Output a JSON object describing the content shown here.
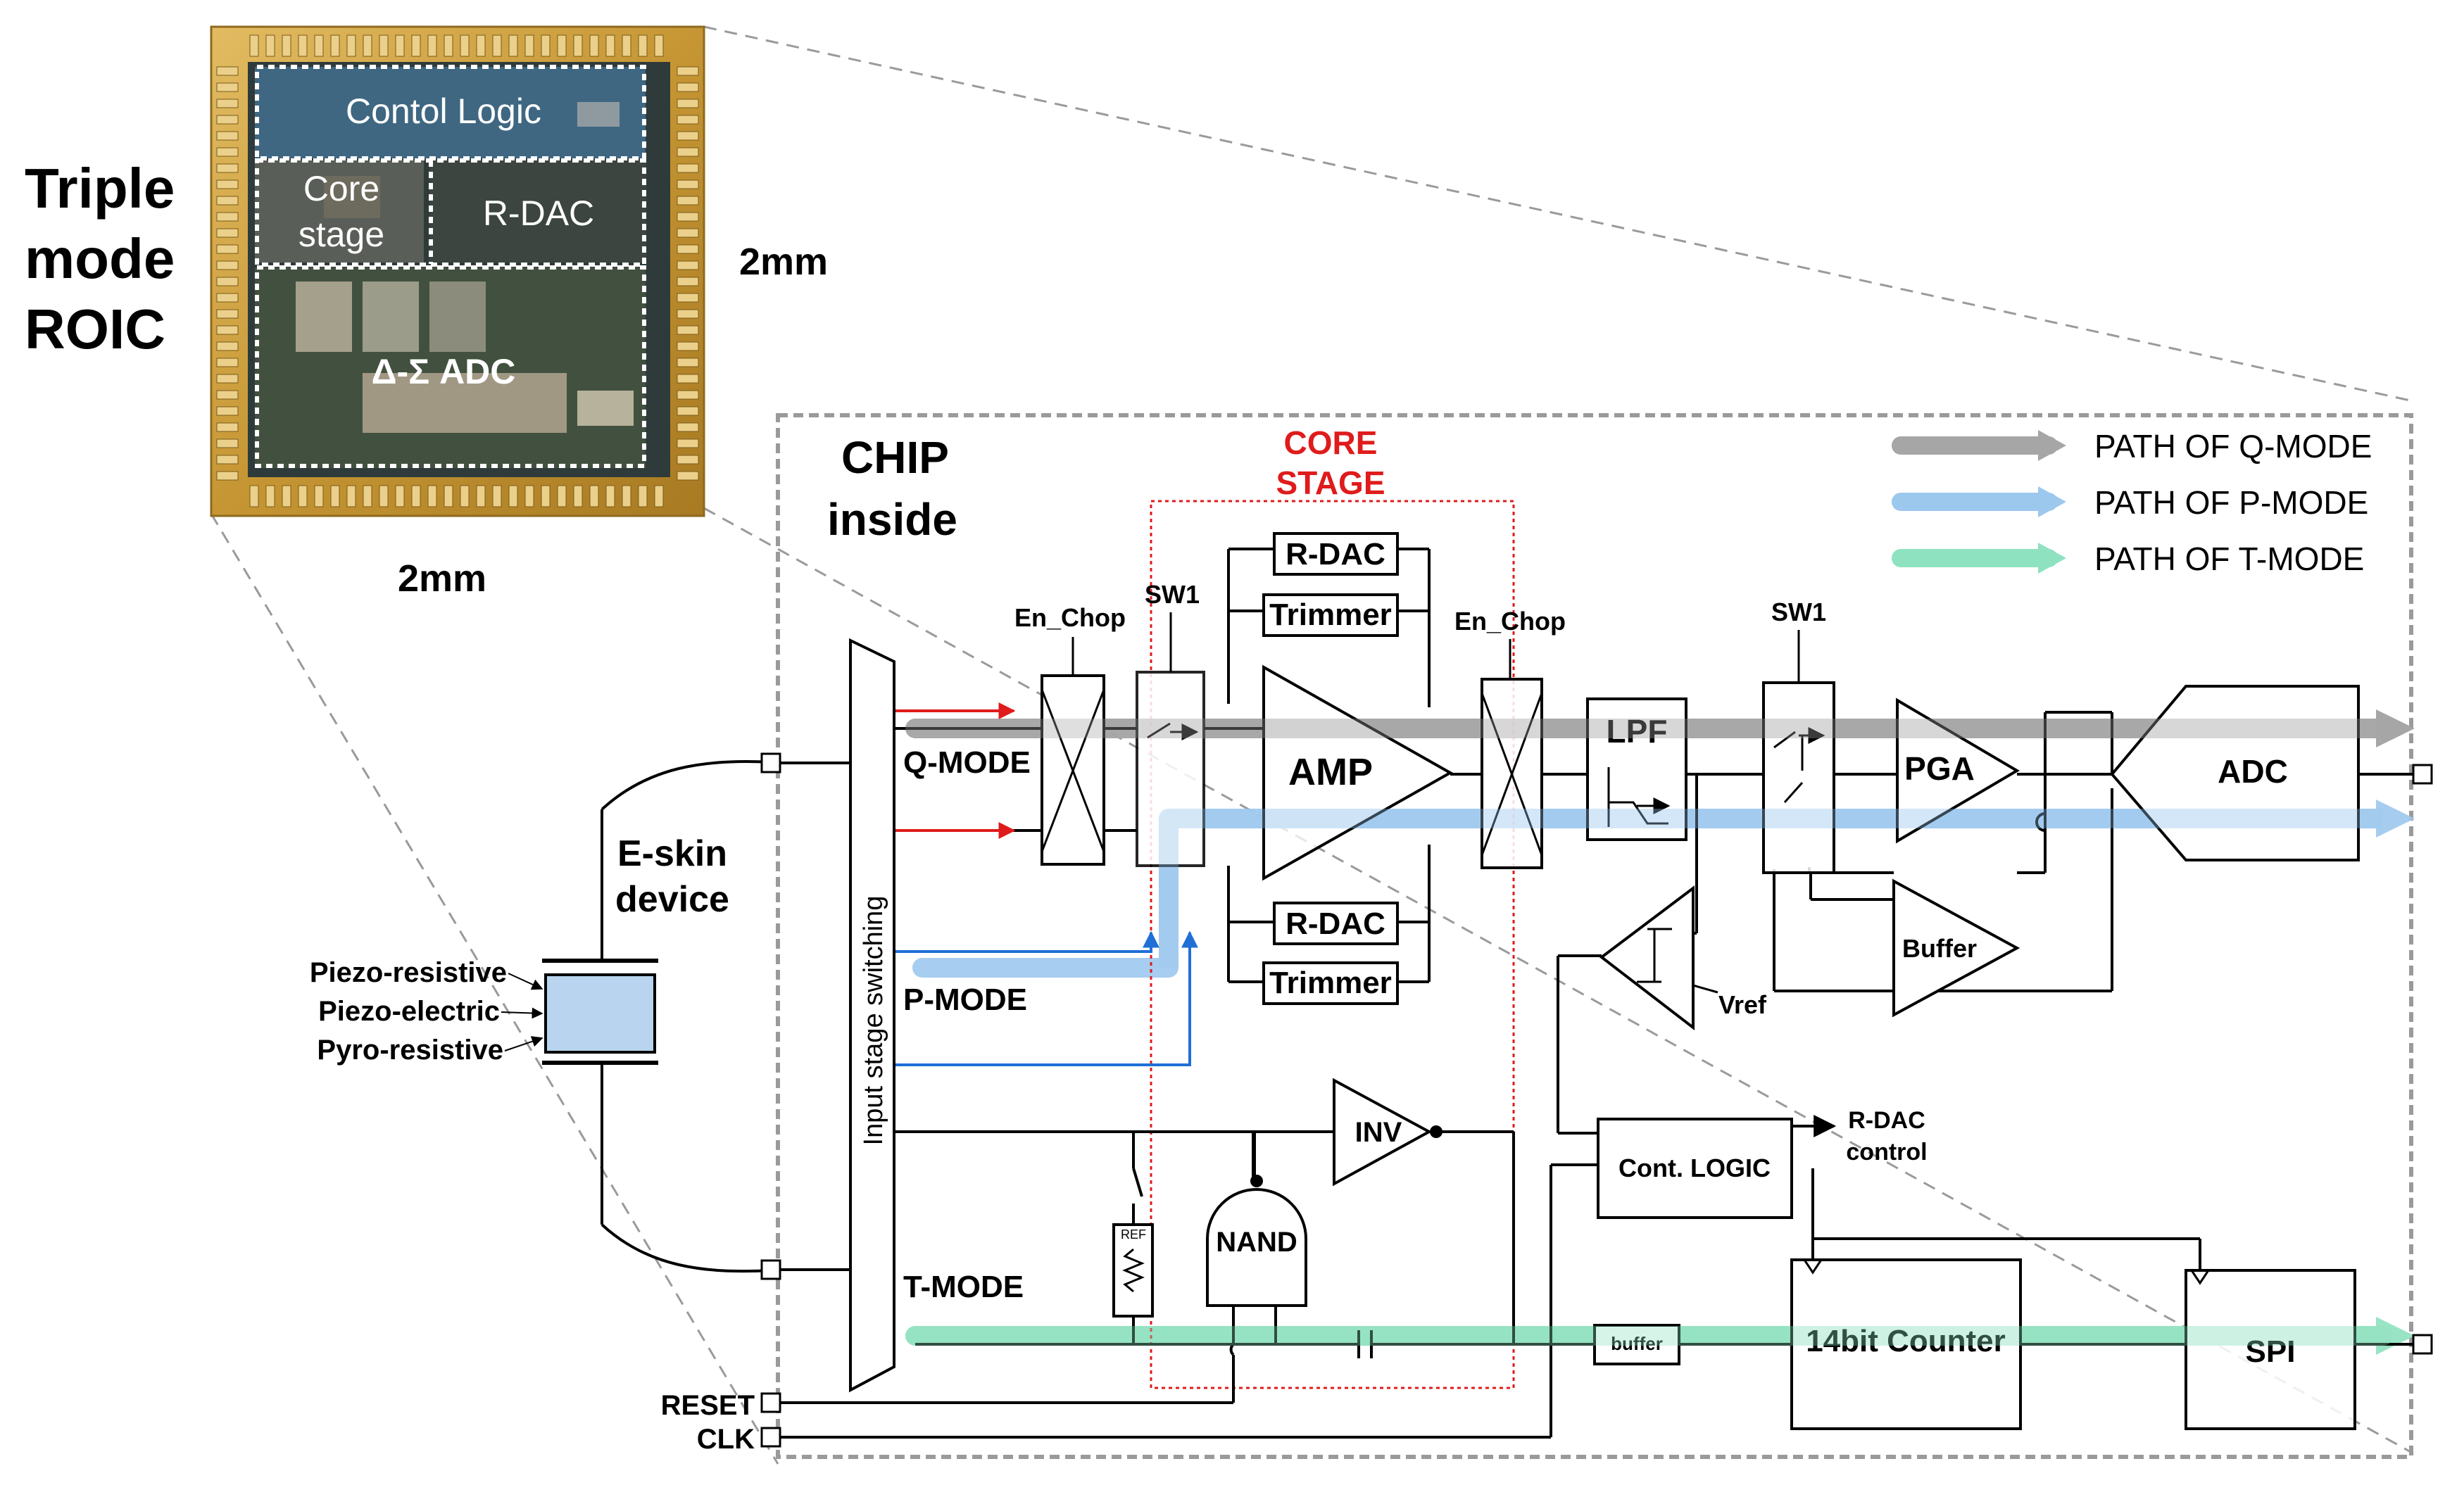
{
  "title": {
    "line1": "Triple",
    "line2": "mode",
    "line3": "ROIC"
  },
  "die": {
    "control_logic": "Contol Logic",
    "core_line1": "Core",
    "core_line2": "stage",
    "rdac": "R-DAC",
    "adc": "Δ-Σ ADC",
    "dim_right": "2mm",
    "dim_bottom": "2mm"
  },
  "chip": {
    "line1": "CHIP",
    "line2": "inside"
  },
  "core_stage": {
    "line1": "CORE",
    "line2": "STAGE"
  },
  "legend": [
    {
      "label": "PATH OF Q-MODE",
      "color": "#a6a6a6"
    },
    {
      "label": "PATH OF P-MODE",
      "color": "#9dc8ee"
    },
    {
      "label": "PATH OF T-MODE",
      "color": "#8ee2c0"
    }
  ],
  "sensor": {
    "device_line1": "E-skin",
    "device_line2": "device",
    "types": [
      "Piezo-resistive",
      "Piezo-electric",
      "Pyro-resistive"
    ]
  },
  "input_switch": "Input stage switching",
  "modes": {
    "q": "Q-MODE",
    "p": "P-MODE",
    "t": "T-MODE"
  },
  "pins": {
    "reset": "RESET",
    "clk": "CLK"
  },
  "blocks": {
    "en_chop_1": "En_Chop",
    "en_chop_2": "En_Chop",
    "sw1_a": "SW1",
    "sw1_b": "SW1",
    "rdac_top": "R-DAC",
    "trimmer_top": "Trimmer",
    "rdac_bottom": "R-DAC",
    "trimmer_bottom": "Trimmer",
    "amp": "AMP",
    "lpf": "LPF",
    "pga": "PGA",
    "adc": "ADC",
    "buffer_amp": "Buffer",
    "vref": "Vref",
    "inv": "INV",
    "nand": "NAND",
    "ref": "REF",
    "cont_logic": "Cont. LOGIC",
    "rdac_control_line1": "R-DAC",
    "rdac_control_line2": "control",
    "buffer_small": "buffer",
    "counter": "14bit Counter",
    "spi": "SPI"
  },
  "colors": {
    "q_path": "#a6a6a6",
    "p_path": "#9dc8ee",
    "t_path": "#8ee2c0",
    "core_border": "#e01b1b",
    "red_line": "#e01b1b",
    "blue_line": "#1f6fd6",
    "die_gold": "#c79a3c"
  }
}
